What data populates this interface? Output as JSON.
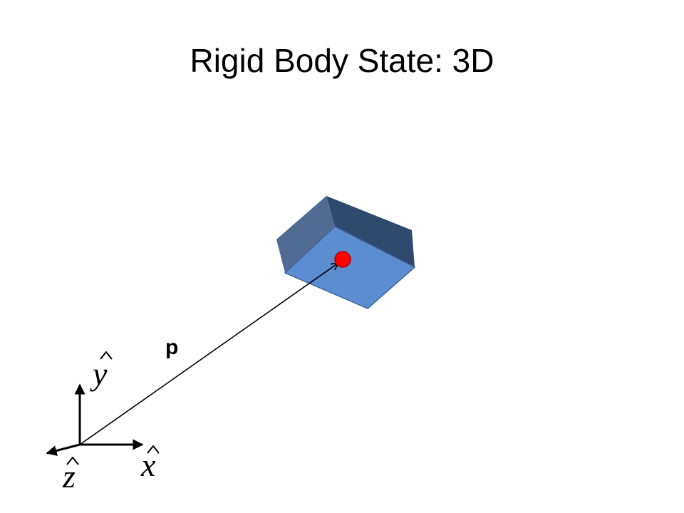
{
  "slide": {
    "title": "Rigid Body State: 3D"
  },
  "diagram": {
    "vector_label": "p",
    "axes": {
      "x_label": "x",
      "y_label": "y",
      "z_label": "z"
    },
    "colors": {
      "box_top": "#5b8dd0",
      "box_left": "#4f6b94",
      "box_back": "#2e4a6f",
      "box_edge": "#41679b",
      "center_point": "#ff0000",
      "center_point_edge": "#b00000",
      "ink": "#000000"
    }
  }
}
